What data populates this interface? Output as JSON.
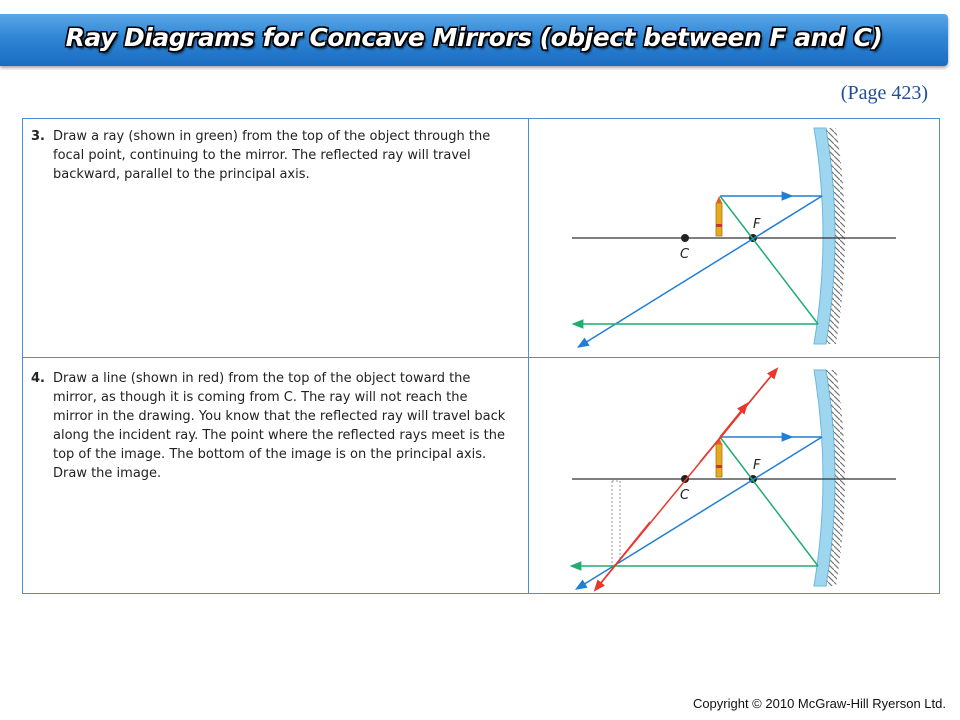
{
  "header": {
    "title": "Ray Diagrams for Concave Mirrors  (object between F and C)",
    "page_ref": "(Page 423)"
  },
  "steps": [
    {
      "number": "3.",
      "text": "Draw a ray (shown in green) from the top of the object through the focal point, continuing to the mirror. The reflected ray will travel backward, parallel to the principal axis."
    },
    {
      "number": "4.",
      "text": "Draw a line (shown in red) from the top of the object toward the mirror, as though it is coming from C. The ray will not reach the mirror in the drawing. You know that the reflected ray will travel back along the incident ray. The point where the reflected rays meet is the top of the image. The bottom of the image is on the principal axis. Draw the image."
    }
  ],
  "diagram": {
    "label_c": "C",
    "label_f": "F",
    "colors": {
      "ray_blue": "#1f7fd6",
      "ray_green": "#1fae6e",
      "ray_red": "#e8372c",
      "axis": "#333333",
      "mirror": "#9ed6f0"
    }
  },
  "footer": {
    "copyright": "Copyright © 2010 McGraw-Hill Ryerson Ltd."
  }
}
